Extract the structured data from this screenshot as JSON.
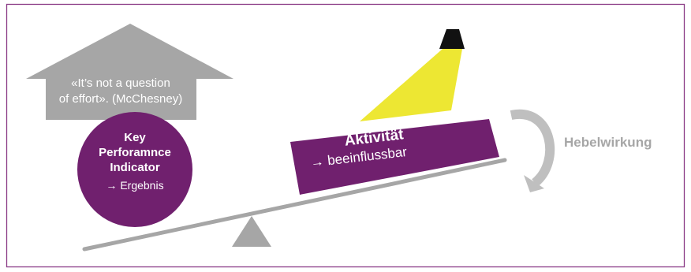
{
  "colors": {
    "frame": "#8a3a86",
    "purple": "#70206e",
    "gray": "#a6a6a6",
    "yellow": "#ede733",
    "lamp": "#111111"
  },
  "icons": {
    "arrow": "right-arrow-icon",
    "lamp": "lamp-icon",
    "curved_arrow": "curved-arrow-icon",
    "fulcrum": "triangle-fulcrum-icon"
  },
  "house": {
    "line1": "«It’s not a question",
    "line2": "of effort». (McChesney)"
  },
  "kpi": {
    "line1": "Key",
    "line2": "Perforamnce",
    "line3": "Indicator",
    "sub": "Ergebnis"
  },
  "activity": {
    "title": "Aktivität",
    "sub": "beeinflussbar"
  },
  "lever_label": "Hebelwirkung",
  "arrow_glyph": "→"
}
